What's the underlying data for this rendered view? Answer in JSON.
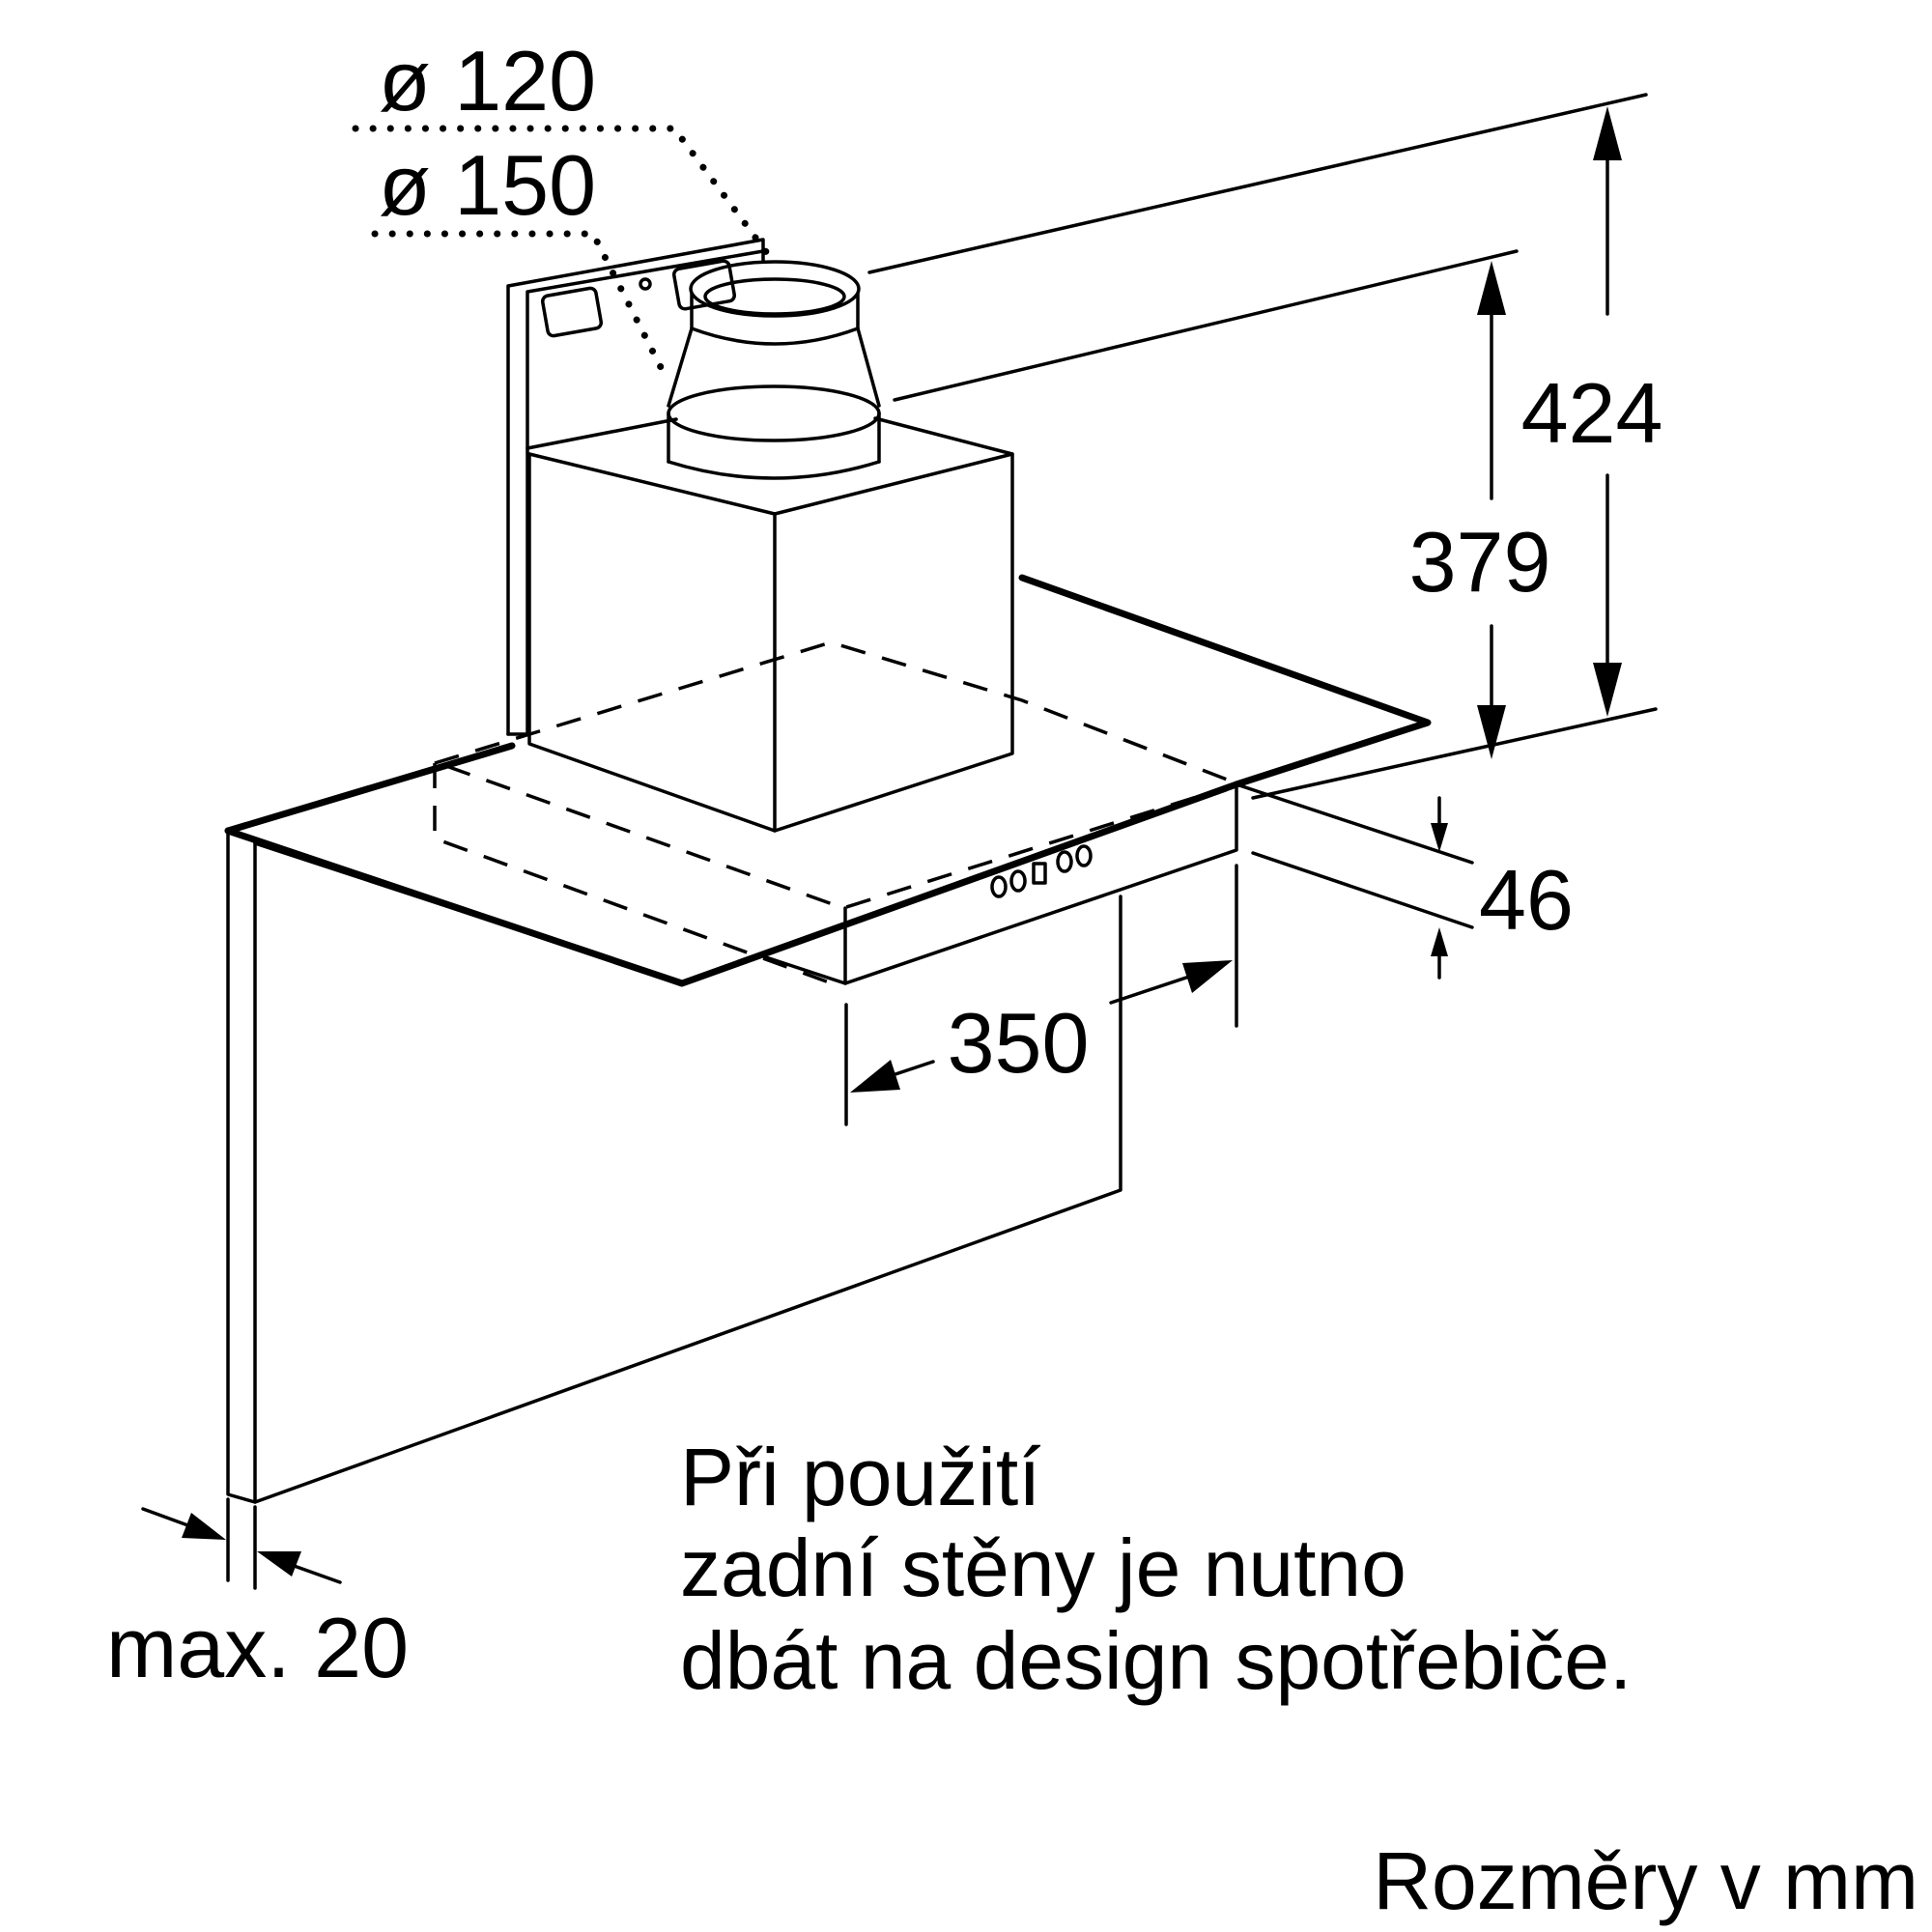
{
  "diagram": {
    "dimensions": {
      "duct_inner_diameter": "ø 120",
      "duct_outer_diameter": "ø 150",
      "total_height": "424",
      "chimney_height": "379",
      "canopy_thickness": "46",
      "depth": "350",
      "back_panel_thickness": "max. 20"
    },
    "note_lines": [
      "Při použití",
      "zadní stěny je nutno",
      "dbát na design spotřebiče."
    ],
    "units_caption": "Rozměry v mm"
  }
}
